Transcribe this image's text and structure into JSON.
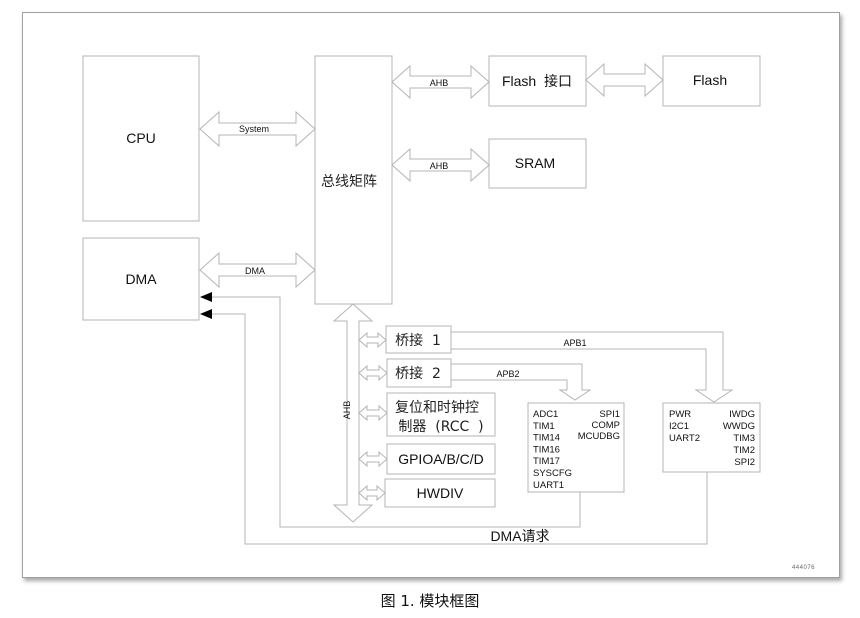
{
  "blocks": {
    "cpu": "CPU",
    "dma": "DMA",
    "bus_matrix": "总线矩阵",
    "flash_interface": "Flash  接口",
    "flash": "Flash",
    "sram": "SRAM",
    "bridge1": "桥接  1",
    "bridge2": "桥接  2",
    "rcc_line1": "复位和时钟控",
    "rcc_line2": "制器  (RCC  )",
    "gpio": "GPIOA/B/C/D",
    "hwdiv": "HWDIV"
  },
  "buses": {
    "system": "System",
    "dma": "DMA",
    "ahb_flash": "AHB",
    "ahb_sram": "AHB",
    "ahb_vertical": "AHB",
    "apb1": "APB1",
    "apb2": "APB2",
    "dma_request": "DMA请求"
  },
  "apb2_peripherals": {
    "left": [
      "ADC1",
      "TIM1",
      "TIM14",
      "TIM16",
      "TIM17",
      "SYSCFG",
      "UART1"
    ],
    "right": [
      "SPI1",
      "COMP",
      "MCUDBG"
    ]
  },
  "apb1_peripherals": {
    "left": [
      "PWR",
      "I2C1",
      "UART2"
    ],
    "right": [
      "IWDG",
      "WWDG",
      "TIM3",
      "TIM2",
      "SPI2"
    ]
  },
  "figure_id": "444076",
  "caption": "图 1. 模块框图"
}
